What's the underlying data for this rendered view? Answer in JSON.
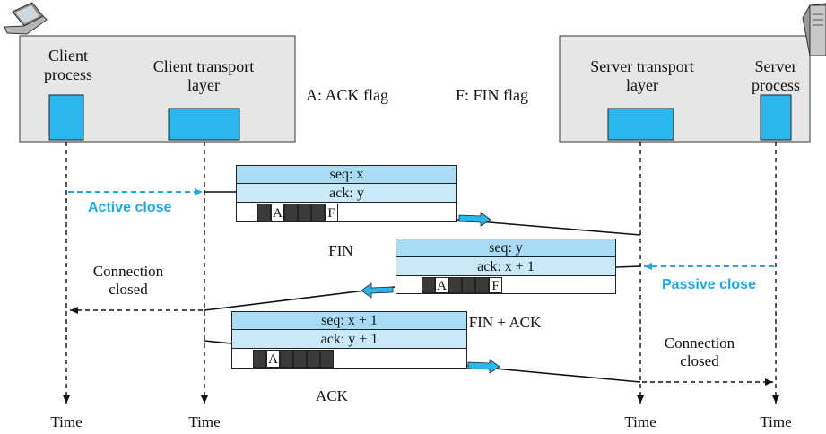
{
  "legend": {
    "ack_flag": "A: ACK flag",
    "fin_flag": "F: FIN flag"
  },
  "client": {
    "process_label": "Client\nprocess",
    "transport_label": "Client transport\nlayer",
    "icon": "laptop-icon"
  },
  "server": {
    "transport_label": "Server transport\nlayer",
    "process_label": "Server\nprocess",
    "icon": "server-tower-icon"
  },
  "events": {
    "active_close": "Active close",
    "passive_close": "Passive close",
    "client_closed": "Connection\nclosed",
    "server_closed": "Connection\nclosed"
  },
  "segments": [
    {
      "name": "FIN",
      "seq": "seq: x",
      "ack": "ack: y",
      "flags": [
        "",
        "A",
        "",
        "",
        "",
        "F"
      ]
    },
    {
      "name": "FIN + ACK",
      "seq": "seq: y",
      "ack": "ack: x + 1",
      "flags": [
        "",
        "A",
        "",
        "",
        "",
        "F"
      ]
    },
    {
      "name": "ACK",
      "seq": "seq: x + 1",
      "ack": "ack: y + 1",
      "flags": [
        "",
        "A",
        "",
        "",
        "",
        ""
      ]
    }
  ],
  "time_label": "Time",
  "colors": {
    "box_fill": "#e6e6e6",
    "process_blue": "#2bb6ee",
    "seg_header": "#a9dcf4",
    "seg_row": "#c9e9f8",
    "flag_dark": "#3a3a3a",
    "accent_blue": "#1da9e4"
  }
}
